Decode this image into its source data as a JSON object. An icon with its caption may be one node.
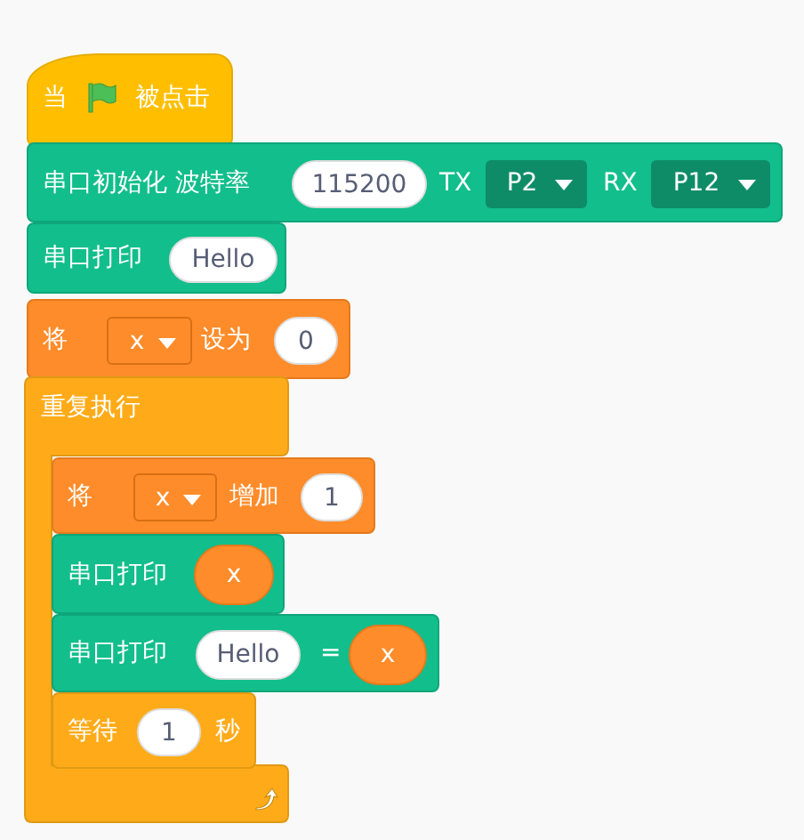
{
  "diagram": {
    "nodes": [
      {
        "text": [
          "当",
          "被点击"
        ]
      },
      {
        "text": [
          "串口初始化 波特率",
          "TX",
          "RX"
        ]
      },
      {
        "text": [
          "115200"
        ],
        "in": 1
      },
      {
        "text": [
          "P2"
        ],
        "in": 1
      },
      {
        "text": [
          "P12"
        ],
        "in": 1
      },
      {
        "text": [
          "串口打印"
        ]
      },
      {
        "text": [
          "Hello"
        ],
        "in": 5
      },
      {
        "text": [
          "将",
          "设为"
        ]
      },
      {
        "text": [
          "x"
        ],
        "in": 7
      },
      {
        "text": [
          "0"
        ],
        "in": 7
      },
      {
        "text": [
          "重复执行"
        ]
      },
      {
        "text": [
          "将",
          "增加"
        ]
      },
      {
        "text": [
          "x"
        ],
        "in": 11
      },
      {
        "text": [
          "1"
        ],
        "in": 11
      },
      {
        "text": [
          "串口打印"
        ],
        "in": 10
      },
      {
        "text": [
          "x"
        ],
        "in": 14
      },
      {
        "text": [
          "串口打印",
          "="
        ]
      },
      {
        "text": [
          "Hello"
        ],
        "in": 16
      },
      {
        "text": [
          "x"
        ],
        "in": 16
      },
      {
        "text": [
          "等待",
          "秒"
        ],
        "in": 10
      },
      {
        "text": [
          "1"
        ],
        "in": 19
      }
    ],
    "edges": []
  }
}
